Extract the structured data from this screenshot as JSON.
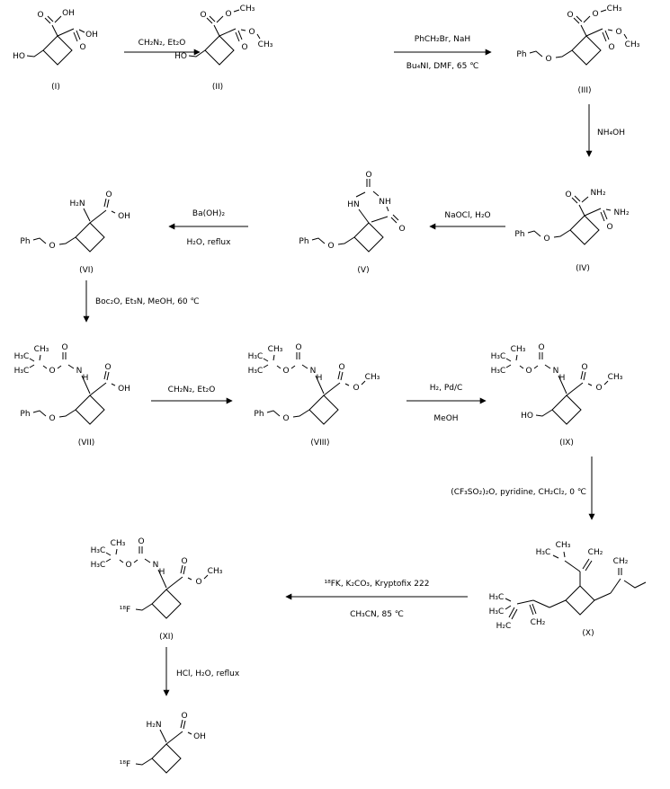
{
  "figure": {
    "type": "chemical-reaction-scheme",
    "background_color": "#ffffff",
    "line_color": "#000000"
  },
  "compounds": {
    "c1": {
      "label": "(I)",
      "atoms": [
        "O",
        "OH",
        "OH",
        "O",
        "HO"
      ]
    },
    "c2": {
      "label": "(II)",
      "atoms": [
        "O",
        "O",
        "CH₃",
        "O",
        "O",
        "CH₃",
        "HO"
      ]
    },
    "c3": {
      "label": "(III)",
      "atoms": [
        "O",
        "O",
        "CH₃",
        "O",
        "O",
        "CH₃",
        "O",
        "Ph"
      ]
    },
    "c4": {
      "label": "(IV)",
      "atoms": [
        "O",
        "NH₂",
        "NH₂",
        "O",
        "O",
        "Ph"
      ]
    },
    "c5": {
      "label": "(V)",
      "atoms": [
        "O",
        "HN",
        "NH",
        "O",
        "O",
        "Ph"
      ]
    },
    "c6": {
      "label": "(VI)",
      "atoms": [
        "H₂N",
        "O",
        "OH",
        "O",
        "Ph"
      ]
    },
    "c7": {
      "label": "(VII)",
      "atoms": [
        "CH₃",
        "H₃C",
        "H₃C",
        "O",
        "O",
        "N",
        "H",
        "O",
        "OH",
        "O",
        "Ph"
      ]
    },
    "c8": {
      "label": "(VIII)",
      "atoms": [
        "CH₃",
        "H₃C",
        "H₃C",
        "O",
        "O",
        "N",
        "H",
        "O",
        "O",
        "CH₃",
        "O",
        "Ph"
      ]
    },
    "c9": {
      "label": "(IX)",
      "atoms": [
        "CH₃",
        "H₃C",
        "H₃C",
        "O",
        "O",
        "N",
        "H",
        "O",
        "O",
        "CH₃",
        "HO"
      ]
    },
    "c10": {
      "label": "(X)",
      "atoms": [
        "CH₃",
        "H₃C",
        "CH₂",
        "CH₂",
        "H₃C",
        "H₃C",
        "H₂C",
        "CH₂"
      ]
    },
    "c11": {
      "label": "(XI)",
      "atoms": [
        "CH₃",
        "H₃C",
        "H₃C",
        "O",
        "O",
        "N",
        "H",
        "O",
        "O",
        "CH₃",
        "¹⁸F"
      ]
    },
    "c12": {
      "label": "",
      "atoms": [
        "H₂N",
        "O",
        "OH",
        "¹⁸F"
      ]
    }
  },
  "arrows": [
    {
      "t1": "CH₂N₂, Et₂O"
    },
    {
      "t1": "PhCH₂Br, NaH",
      "t2": "Bu₄NI, DMF, 65 ℃"
    },
    {
      "t1": "NH₄OH"
    },
    {
      "t1": "NaOCl, H₂O"
    },
    {
      "t1": "Ba(OH)₂",
      "t2": "H₂O, reflux"
    },
    {
      "t1": "Boc₂O, Et₃N, MeOH, 60 ℃"
    },
    {
      "t1": "CH₂N₂, Et₂O"
    },
    {
      "t1": "H₂, Pd/C",
      "t2": "MeOH"
    },
    {
      "t1": "(CF₃SO₂)₂O, pyridine, CH₂Cl₂, 0 ℃"
    },
    {
      "t1": "¹⁸FK, K₂CO₃, Kryptofix 222",
      "t2": "CH₃CN, 85 ℃"
    },
    {
      "t1": "HCl, H₂O, reflux"
    }
  ]
}
